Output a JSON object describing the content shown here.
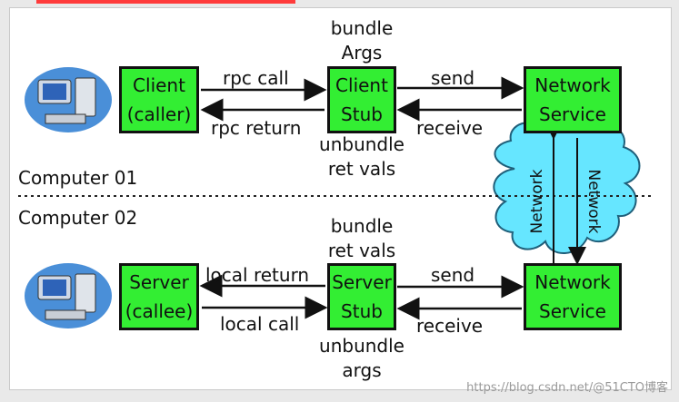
{
  "computer_top": "Computer 01",
  "computer_bottom": "Computer 02",
  "client": {
    "line1": "Client",
    "line2": "(caller)"
  },
  "client_stub": {
    "line1": "Client",
    "line2": "Stub"
  },
  "network_top": {
    "line1": "Network",
    "line2": "Service"
  },
  "server": {
    "line1": "Server",
    "line2": "(callee)"
  },
  "server_stub": {
    "line1": "Server",
    "line2": "Stub"
  },
  "network_bottom": {
    "line1": "Network",
    "line2": "Service"
  },
  "labels": {
    "bundle_args_1": "bundle",
    "bundle_args_2": "Args",
    "unbundle_ret_1": "unbundle",
    "unbundle_ret_2": "ret vals",
    "rpc_call": "rpc call",
    "rpc_return": "rpc return",
    "send_top": "send",
    "receive_top": "receive",
    "bundle_ret_1": "bundle",
    "bundle_ret_2": "ret vals",
    "unbundle_args_1": "unbundle",
    "unbundle_args_2": "args",
    "local_return": "local return",
    "local_call": "local call",
    "send_bottom": "send",
    "receive_bottom": "receive",
    "network_vertical_left": "Network",
    "network_vertical_right": "Network"
  },
  "watermark": "https://blog.csdn.net/@51CTO博客",
  "colors": {
    "box_fill": "#33ee33",
    "cloud_fill": "#66e6ff",
    "background": "#ffffff"
  }
}
